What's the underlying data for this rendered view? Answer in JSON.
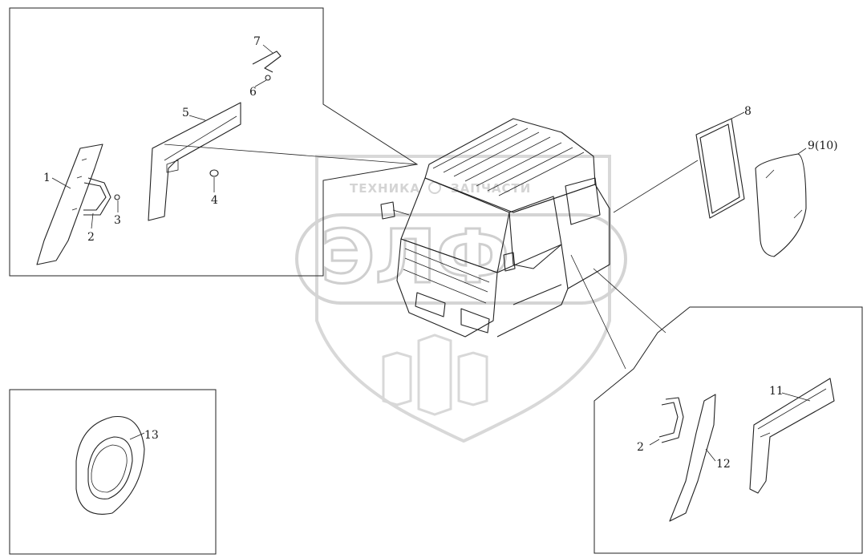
{
  "watermark": {
    "left_text": "ТЕХНИКА",
    "right_text": "ЗАПЧАСТИ",
    "monogram": "ЭЛФ",
    "color": "#cfcfcf"
  },
  "callouts": [
    {
      "id": "c1",
      "text": "1"
    },
    {
      "id": "c2",
      "text": "2"
    },
    {
      "id": "c3",
      "text": "3"
    },
    {
      "id": "c4",
      "text": "4"
    },
    {
      "id": "c5",
      "text": "5"
    },
    {
      "id": "c6",
      "text": "6"
    },
    {
      "id": "c7",
      "text": "7"
    },
    {
      "id": "c8",
      "text": "8"
    },
    {
      "id": "c9",
      "text": "9(10)"
    },
    {
      "id": "c11",
      "text": "11"
    },
    {
      "id": "c2b",
      "text": "2"
    },
    {
      "id": "c12",
      "text": "12"
    },
    {
      "id": "c13",
      "text": "13"
    }
  ],
  "colors": {
    "line": "#222222",
    "background": "#ffffff"
  }
}
